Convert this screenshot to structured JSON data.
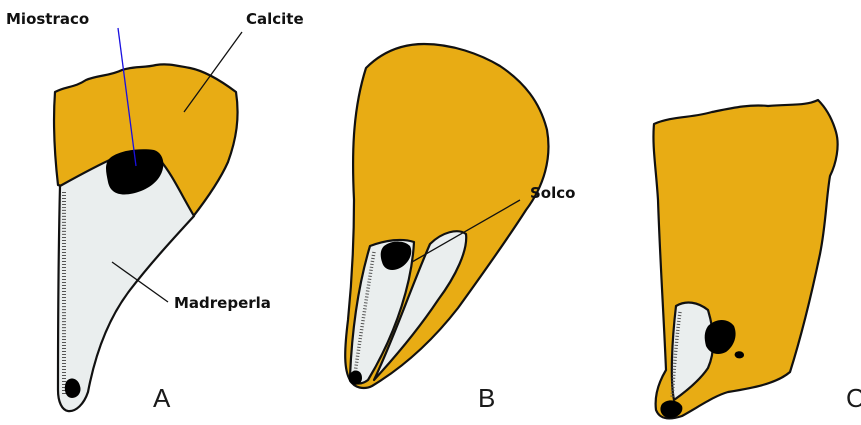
{
  "colors": {
    "calcite": "#e8ac14",
    "nacre": "#eaeeee",
    "myostracum": "#000000",
    "leader_blue": "#1a10e0",
    "outline": "#111111"
  },
  "labels": {
    "miostraco": "Miostraco",
    "calcite": "Calcite",
    "madreperla": "Madreperla",
    "solco": "Solco"
  },
  "panels": [
    {
      "letter": "A"
    },
    {
      "letter": "B"
    },
    {
      "letter": "C"
    }
  ]
}
